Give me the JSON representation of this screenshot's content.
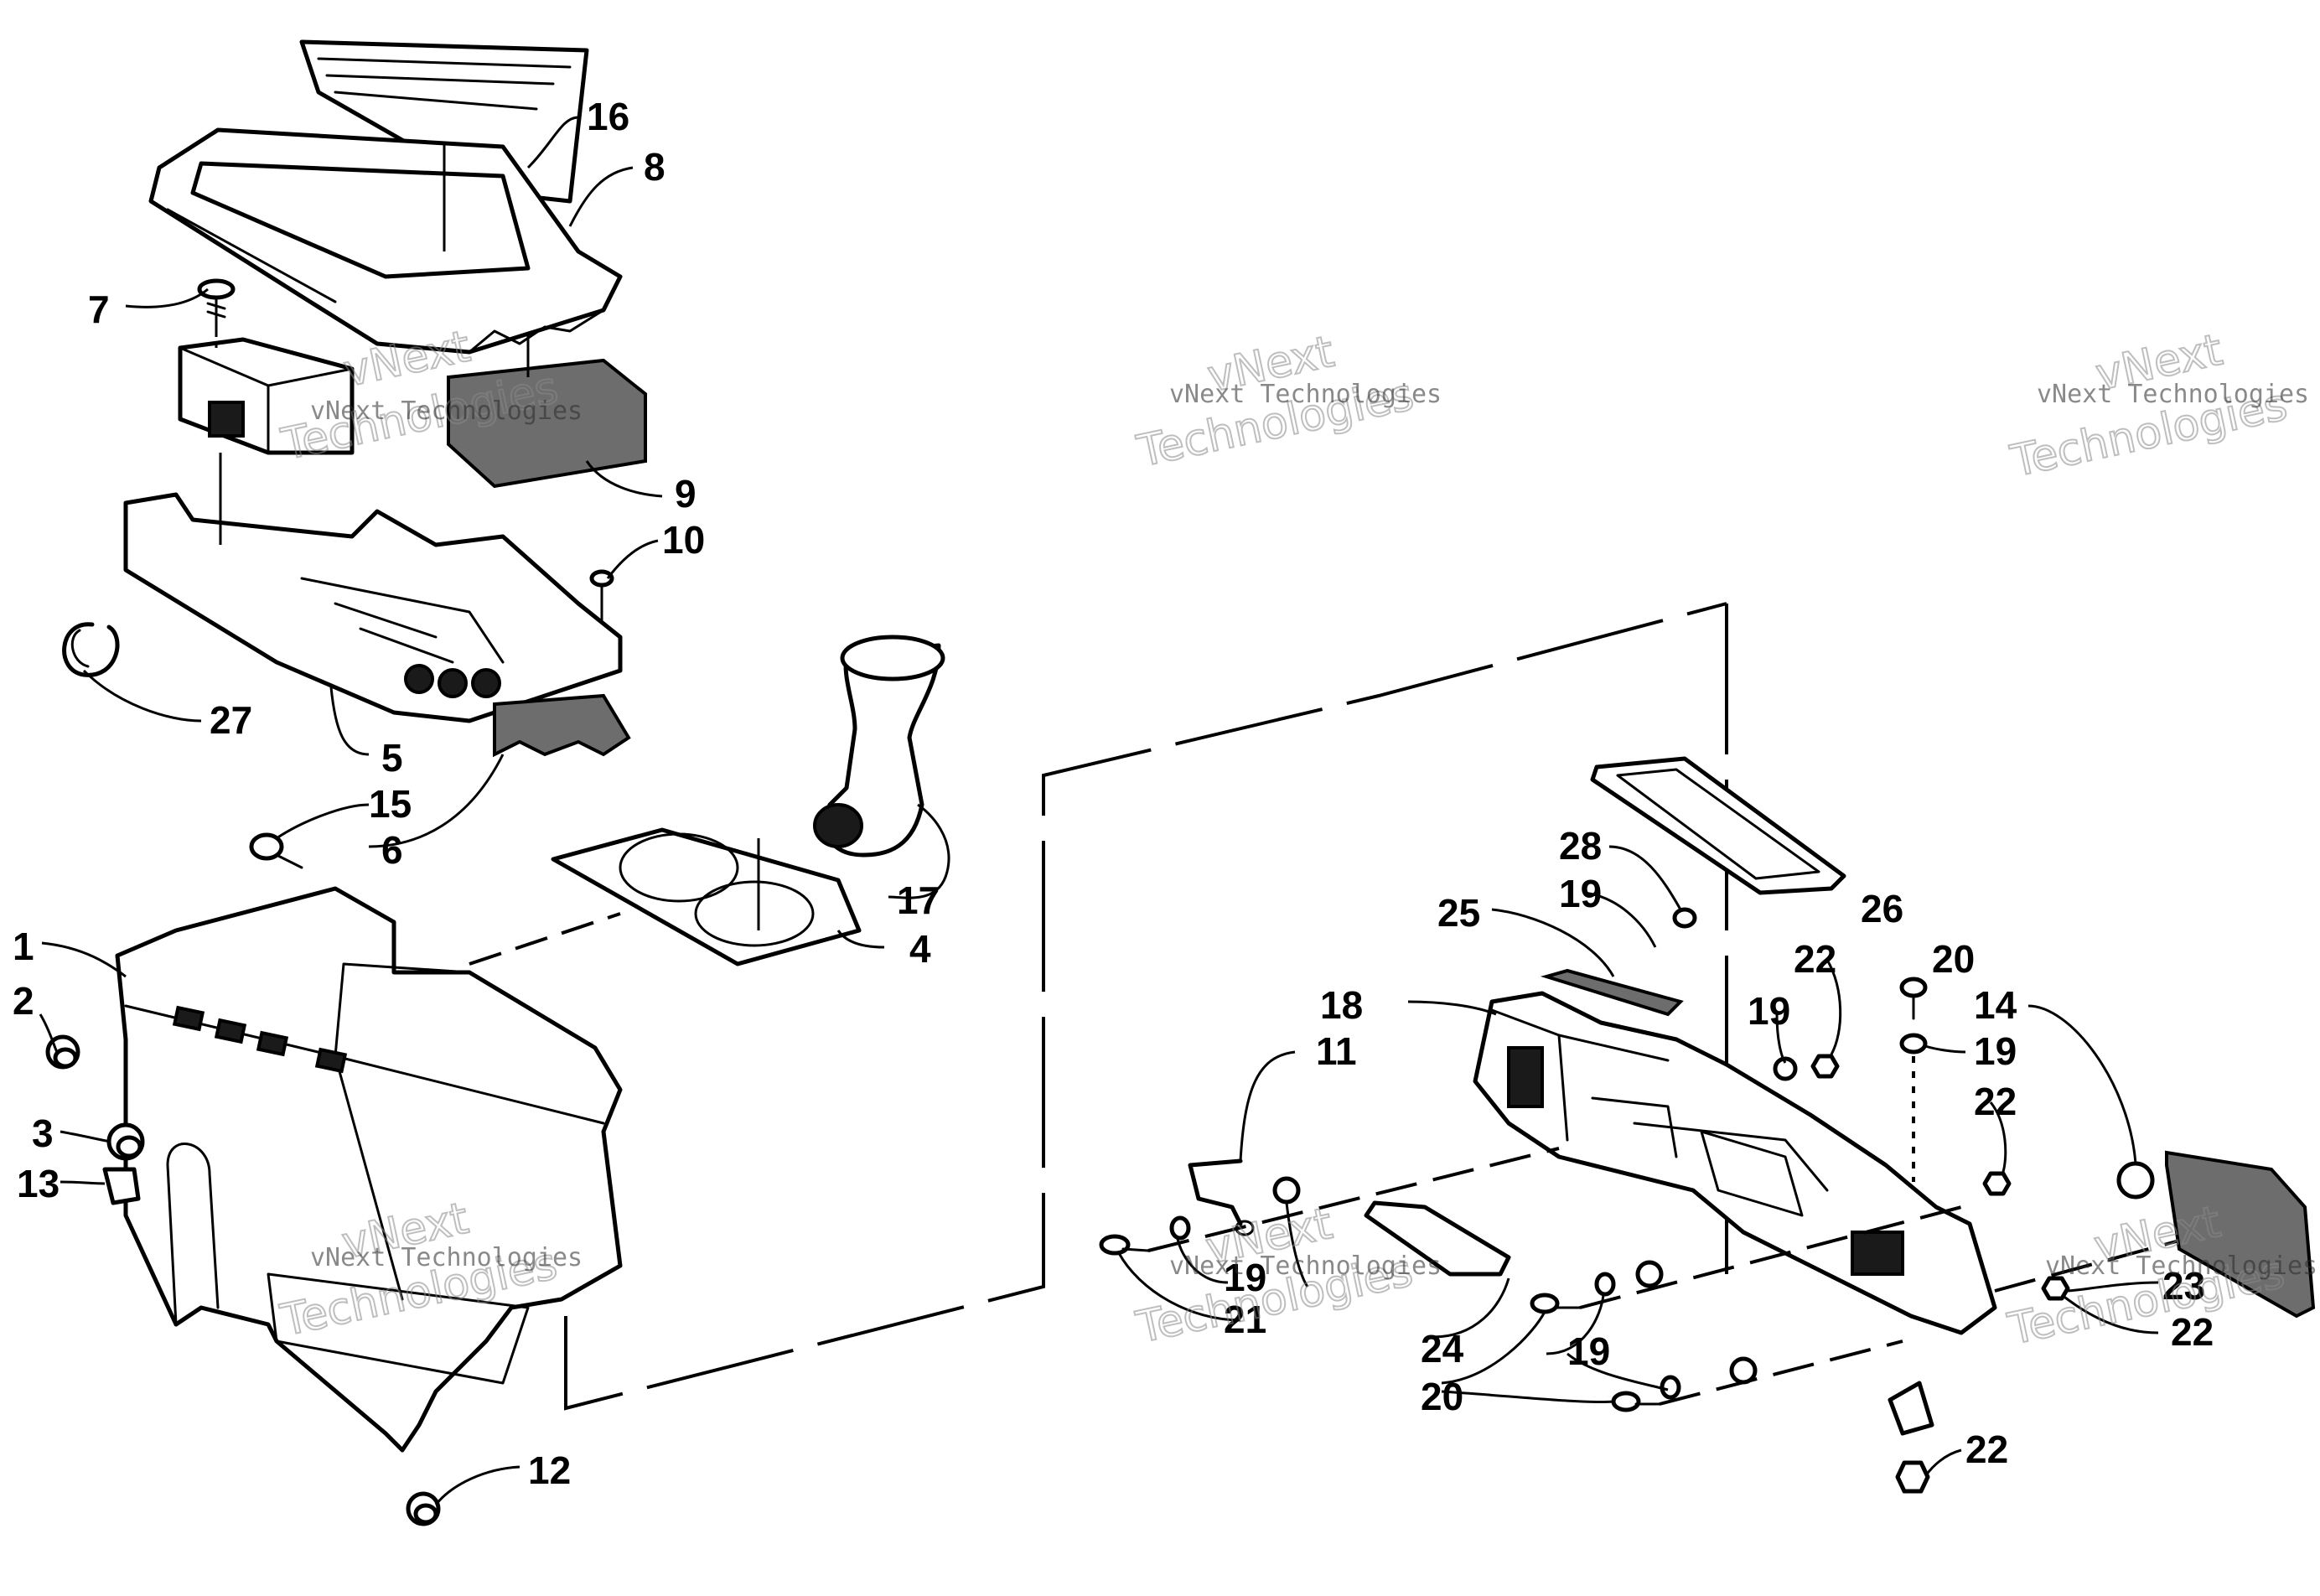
{
  "callouts": {
    "c1": "1",
    "c2": "2",
    "c3": "3",
    "c4": "4",
    "c5": "5",
    "c6": "6",
    "c7": "7",
    "c8": "8",
    "c9": "9",
    "c10": "10",
    "c11": "11",
    "c12": "12",
    "c13": "13",
    "c14": "14",
    "c15": "15",
    "c16": "16",
    "c17": "17",
    "c18": "18",
    "c19a": "19",
    "c19b": "19",
    "c19c": "19",
    "c19d": "19",
    "c19e": "19",
    "c20a": "20",
    "c20b": "20",
    "c21": "21",
    "c22a": "22",
    "c22b": "22",
    "c22c": "22",
    "c22d": "22",
    "c23": "23",
    "c24": "24",
    "c25": "25",
    "c26": "26",
    "c27": "27",
    "c28": "28"
  },
  "watermark": {
    "brand": "vNext Technologies",
    "line1": "vNext",
    "line2": "Technologies"
  }
}
